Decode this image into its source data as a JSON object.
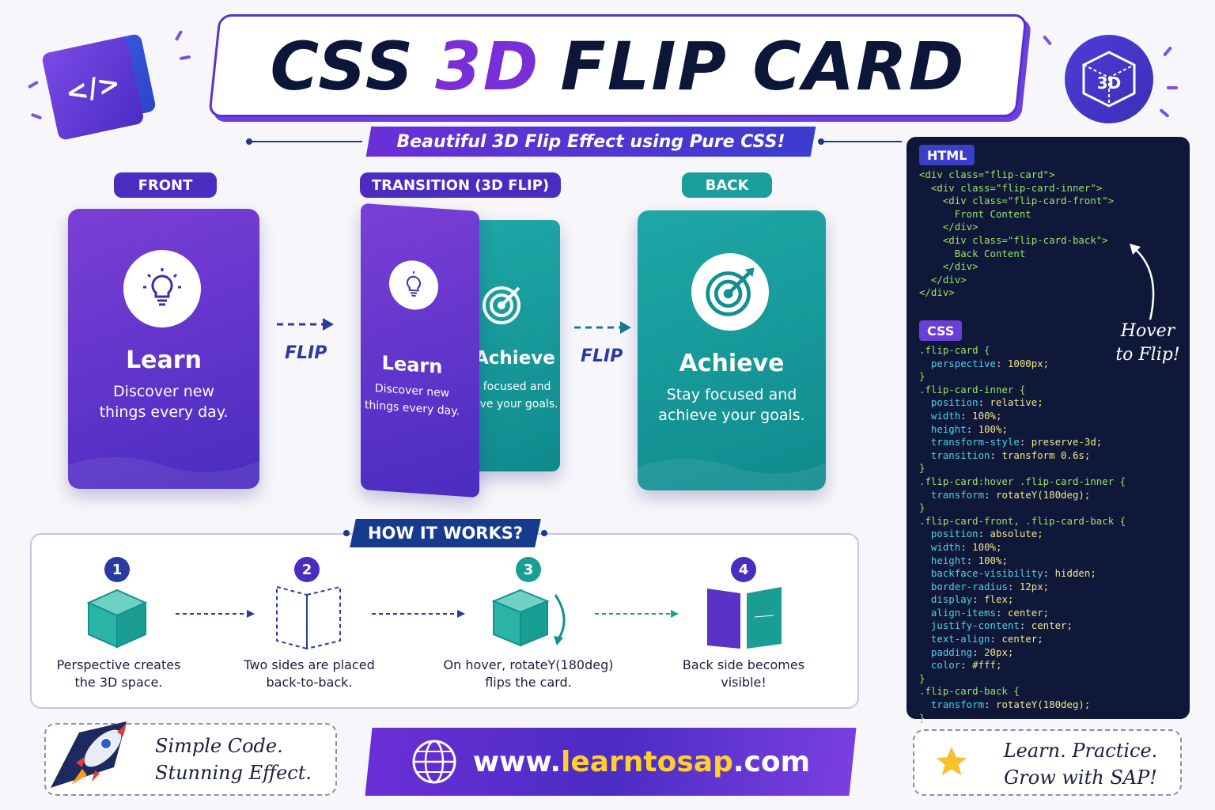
{
  "title": {
    "part1": "CSS",
    "part2": "3D",
    "part3": "FLIP CARD"
  },
  "subtitle": "Beautiful 3D Flip Effect using Pure CSS!",
  "logo_icon_text": "</>",
  "badge_3d_text": "3D",
  "labels": {
    "front": "FRONT",
    "transition": "TRANSITION (3D FLIP)",
    "back": "BACK",
    "flip": "FLIP"
  },
  "cards": {
    "front": {
      "icon": "lightbulb-icon",
      "title": "Learn",
      "desc_line1": "Discover new",
      "desc_line2": "things every day."
    },
    "back": {
      "icon": "target-icon",
      "title": "Achieve",
      "desc_line1": "Stay focused and",
      "desc_line2": "achieve your goals."
    },
    "transition_front": {
      "title": "Learn",
      "desc_line1": "Discover new",
      "desc_line2": "things every day."
    },
    "transition_back": {
      "title": "Achieve",
      "desc_line1": "y focused and",
      "desc_line2": "eve your goals."
    }
  },
  "how": {
    "title": "HOW IT WORKS?",
    "steps": [
      {
        "num": "1",
        "line1": "Perspective creates",
        "line2": "the 3D space."
      },
      {
        "num": "2",
        "line1": "Two sides are placed",
        "line2": "back-to-back."
      },
      {
        "num": "3",
        "line1": "On hover, rotateY(180deg)",
        "line2": "flips the card."
      },
      {
        "num": "4",
        "line1": "Back side becomes",
        "line2": "visible!"
      }
    ]
  },
  "code": {
    "html_label": "HTML",
    "css_label": "CSS",
    "html_lines": [
      "<div class=\"flip-card\">",
      "  <div class=\"flip-card-inner\">",
      "    <div class=\"flip-card-front\">",
      "      Front Content",
      "    </div>",
      "    <div class=\"flip-card-back\">",
      "      Back Content",
      "    </div>",
      "  </div>",
      "</div>"
    ],
    "css_lines": [
      ".flip-card {",
      "  perspective: 1000px;",
      "}",
      ".flip-card-inner {",
      "  position: relative;",
      "  width: 100%;",
      "  height: 100%;",
      "  transform-style: preserve-3d;",
      "  transition: transform 0.6s;",
      "}",
      ".flip-card:hover .flip-card-inner {",
      "  transform: rotateY(180deg);",
      "}",
      ".flip-card-front, .flip-card-back {",
      "  position: absolute;",
      "  width: 100%;",
      "  height: 100%;",
      "  backface-visibility: hidden;",
      "  border-radius: 12px;",
      "  display: flex;",
      "  align-items: center;",
      "  justify-content: center;",
      "  text-align: center;",
      "  padding: 20px;",
      "  color: #fff;",
      "}",
      ".flip-card-back {",
      "  transform: rotateY(180deg);",
      "}"
    ]
  },
  "hover_note": {
    "line1": "Hover",
    "line2": "to Flip!"
  },
  "footer": {
    "left": {
      "line1": "Simple Code.",
      "line2": "Stunning Effect."
    },
    "url": {
      "prefix": "www.",
      "highlight": "learntosap",
      "suffix": ".com"
    },
    "right": {
      "line1": "Learn. Practice.",
      "line2": "Grow with SAP!"
    }
  },
  "colors": {
    "purple": "#6a2fd6",
    "teal": "#1a9d9d",
    "navy": "#0f1838",
    "accent_yellow": "#ffcf2e"
  }
}
